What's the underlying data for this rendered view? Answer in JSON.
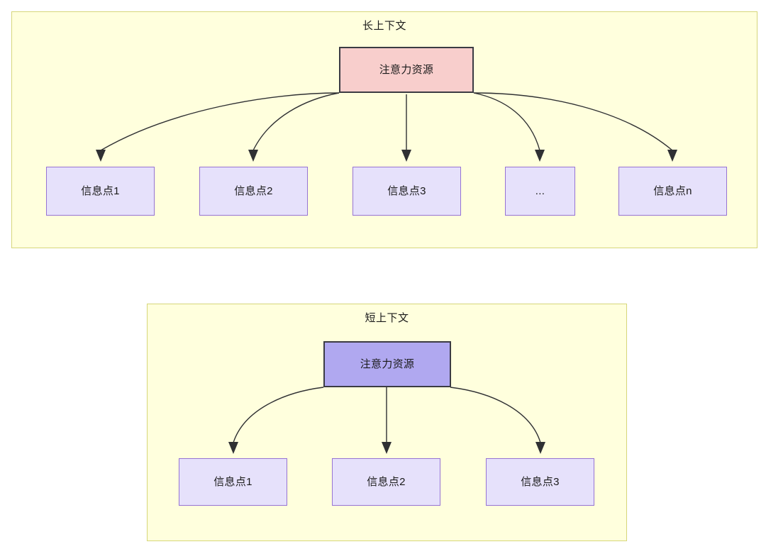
{
  "diagram": {
    "type": "flowchart",
    "groups": [
      {
        "id": "long-context",
        "title": "长上下文",
        "root": {
          "label": "注意力资源",
          "fill": "#f8cecc",
          "stroke": "#3b3b43"
        },
        "leaves": [
          {
            "label": "信息点1"
          },
          {
            "label": "信息点2"
          },
          {
            "label": "信息点3"
          },
          {
            "label": "..."
          },
          {
            "label": "信息点n"
          }
        ],
        "fill": "#ffffdd",
        "stroke": "#d6d67a"
      },
      {
        "id": "short-context",
        "title": "短上下文",
        "root": {
          "label": "注意力资源",
          "fill": "#b0a8f0",
          "stroke": "#3b3b43"
        },
        "leaves": [
          {
            "label": "信息点1"
          },
          {
            "label": "信息点2"
          },
          {
            "label": "信息点3"
          }
        ],
        "fill": "#ffffdd",
        "stroke": "#d6d67a"
      }
    ],
    "colors": {
      "leaf_fill": "#e6e1fb",
      "leaf_stroke": "#9673d3",
      "edge": "#2f3033",
      "text": "#1a1a1a"
    }
  }
}
